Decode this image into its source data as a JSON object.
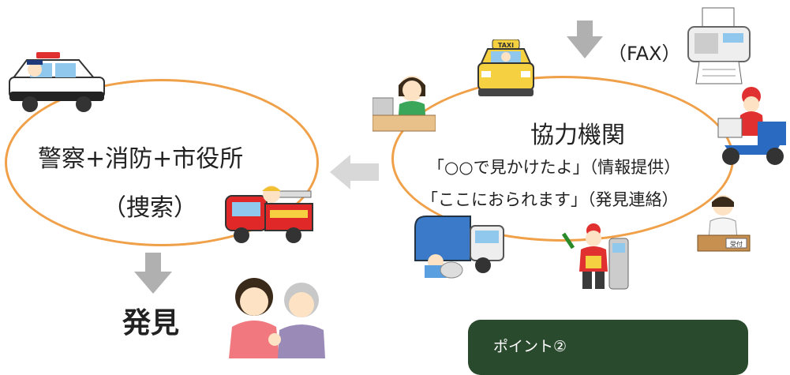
{
  "left_cluster": {
    "line1": "警察+消防+市役所",
    "line2": "（捜索）",
    "result": "発見"
  },
  "right_cluster": {
    "title": "協力機関",
    "line1": "「○○で見かけたよ」（情報提供）",
    "line2": "「ここにおられます」（発見連絡）"
  },
  "fax_label": "（FAX）",
  "taxi_sign": "TAXI",
  "reception_sign": "受付",
  "point_box": {
    "label": "ポイント②"
  },
  "colors": {
    "ellipse_stroke": "#f0a048",
    "arrow_gray": "#b0b0b0",
    "point_box_bg": "#2a4a2e"
  },
  "icons": [
    "police-car-icon",
    "fire-truck-icon",
    "taxi-icon",
    "fax-machine-icon",
    "shopkeeper-icon",
    "delivery-scooter-icon",
    "garbage-truck-icon",
    "gas-station-attendant-icon",
    "receptionist-icon",
    "family-reunion-icon",
    "down-arrow-icon",
    "left-arrow-icon"
  ]
}
